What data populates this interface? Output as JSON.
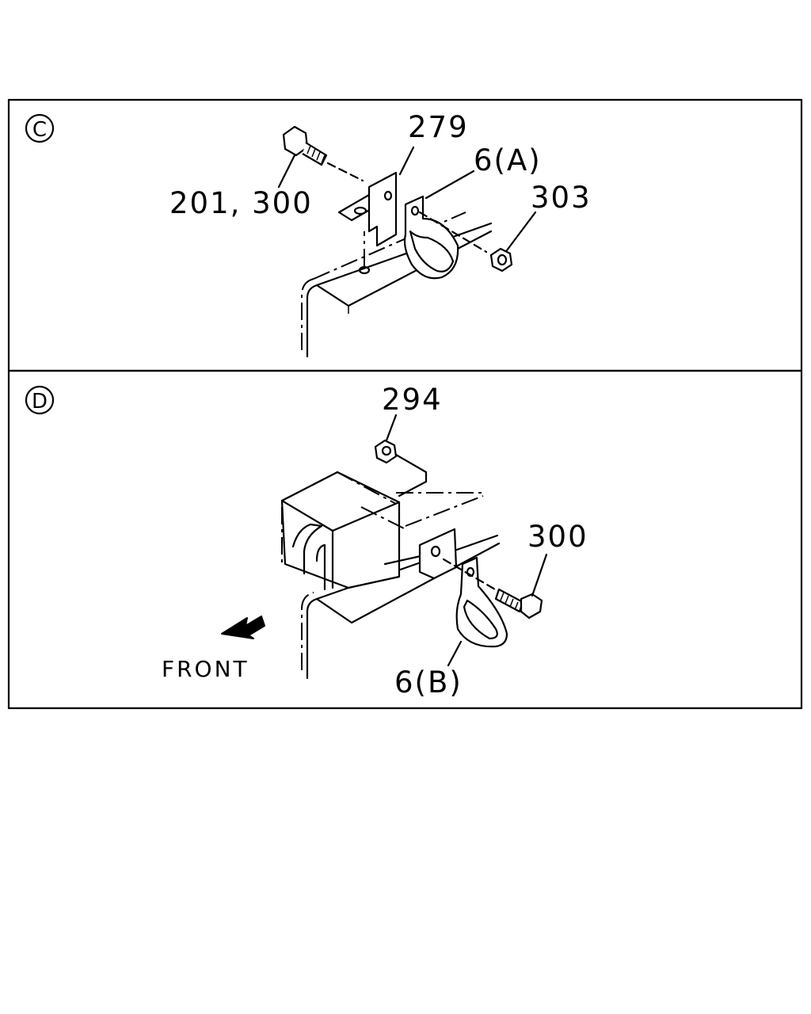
{
  "panels": [
    {
      "letter": "C",
      "callouts": [
        {
          "id": "bolt",
          "text": "201, 300"
        },
        {
          "id": "bracket",
          "text": "279"
        },
        {
          "id": "clip",
          "text": "6(A)"
        },
        {
          "id": "nut",
          "text": "303"
        }
      ]
    },
    {
      "letter": "D",
      "callouts": [
        {
          "id": "nut",
          "text": "294"
        },
        {
          "id": "bolt",
          "text": "300"
        },
        {
          "id": "clip",
          "text": "6(B)"
        }
      ]
    }
  ],
  "direction": {
    "text": "FRONT",
    "icon": "front-arrow-icon"
  }
}
